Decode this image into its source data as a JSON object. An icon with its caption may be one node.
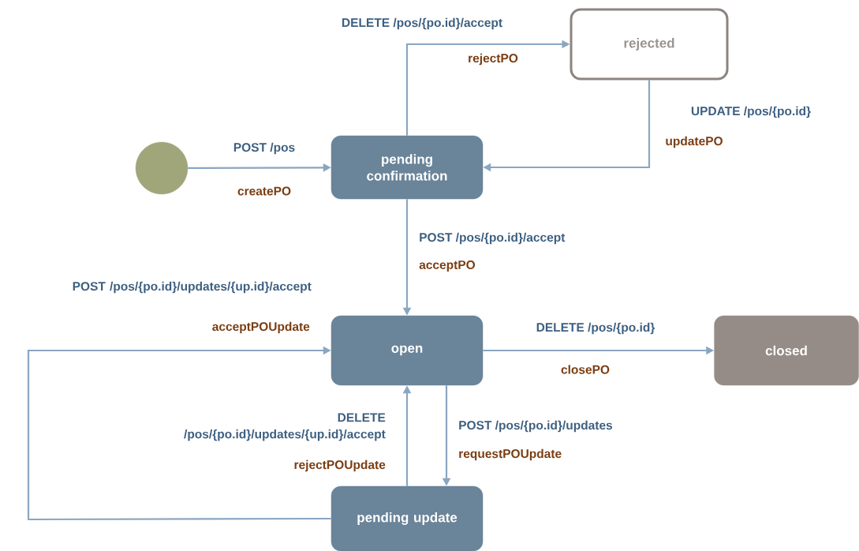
{
  "diagram": {
    "nodes": [
      {
        "text": [
          "rejected"
        ]
      },
      {
        "text": [],
        "shape": "circle"
      },
      {
        "text": [
          "pending confirmation"
        ]
      },
      {
        "text": [
          "open"
        ]
      },
      {
        "text": [
          "closed"
        ]
      },
      {
        "text": [
          "pending update"
        ]
      }
    ],
    "edges": [
      {
        "from": 2,
        "to": 0,
        "arrow": "to",
        "label": "DELETE /pos/{po.id}/accept"
      },
      {
        "from": 0,
        "to": 2,
        "arrow": "to",
        "label": "UPDATE /pos/{po.id}"
      },
      {
        "from": 1,
        "to": 2,
        "arrow": "to",
        "label": "POST /pos"
      },
      {
        "from": 2,
        "to": 3,
        "arrow": "to",
        "label": "POST /pos/{po.id}/accept"
      },
      {
        "from": 5,
        "to": 3,
        "arrow": "to",
        "label": "POST /pos/{po.id}/updates/{up.id}/accept"
      },
      {
        "from": 3,
        "to": 4,
        "arrow": "to",
        "label": "DELETE /pos/{po.id}"
      },
      {
        "from": 5,
        "to": 3,
        "arrow": "to",
        "label": "DELETE /pos/{po.id}/updates/{up.id}/accept"
      },
      {
        "from": 3,
        "to": 5,
        "arrow": "to",
        "label": "POST /pos/{po.id}/updates"
      }
    ],
    "labels": [
      "rejectPO",
      "updatePO",
      "createPO",
      "acceptPO",
      "acceptPOUpdate",
      "closePO",
      "rejectPOUpdate",
      "requestPOUpdate"
    ]
  }
}
